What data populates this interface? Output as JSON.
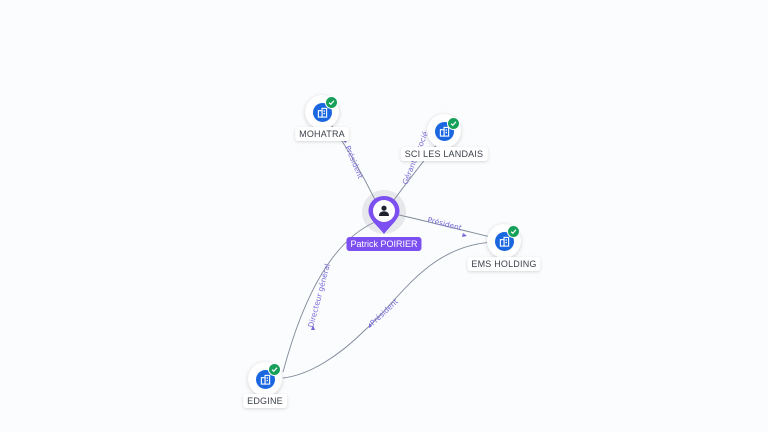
{
  "center": {
    "name": "Patrick POIRIER",
    "icon": "person-icon",
    "color": "#7c4ff0"
  },
  "companies": [
    {
      "id": "mohatra",
      "name": "MOHATRA",
      "icon": "building-icon",
      "verified": true
    },
    {
      "id": "sci",
      "name": "SCI LES LANDAIS",
      "icon": "building-icon",
      "verified": true
    },
    {
      "id": "ems",
      "name": "EMS HOLDING",
      "icon": "building-icon",
      "verified": true
    },
    {
      "id": "edgine",
      "name": "EDGINE",
      "icon": "building-icon",
      "verified": true
    }
  ],
  "edges": [
    {
      "from": "Patrick POIRIER",
      "to": "MOHATRA",
      "label": "Président"
    },
    {
      "from": "Patrick POIRIER",
      "to": "SCI LES LANDAIS",
      "label": "Gérant Associé"
    },
    {
      "from": "Patrick POIRIER",
      "to": "EMS HOLDING",
      "label": "Président"
    },
    {
      "from": "Patrick POIRIER",
      "to": "EDGINE",
      "label": "Directeur général"
    },
    {
      "from": "EMS HOLDING",
      "to": "EDGINE",
      "label": "Président"
    }
  ],
  "colors": {
    "accent": "#7c4ff0",
    "company_icon": "#1a67e0",
    "verified_badge": "#17a05a",
    "edge_label": "#7a6ad8"
  }
}
